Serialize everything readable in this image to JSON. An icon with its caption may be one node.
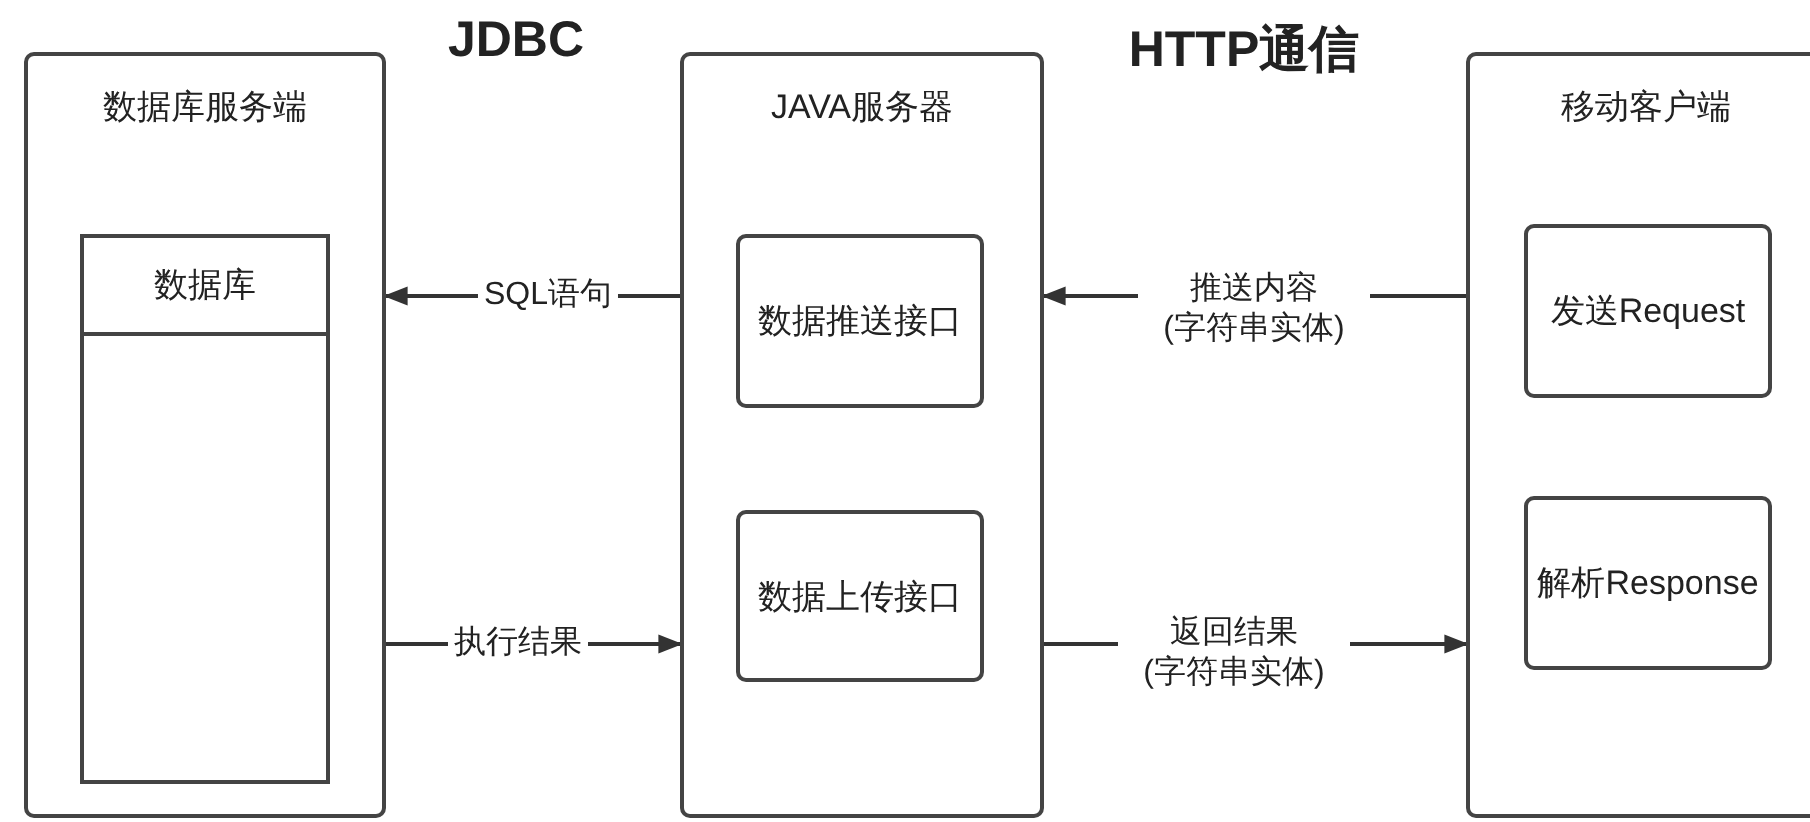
{
  "diagram": {
    "nodes": [
      {
        "text": [
          "数据库服务端"
        ]
      },
      {
        "text": [
          "数据库"
        ],
        "in": 0
      },
      {
        "text": [
          "JAVA服务器"
        ]
      },
      {
        "text": [
          "数据推送接口"
        ],
        "in": 2
      },
      {
        "text": [
          "数据上传接口"
        ],
        "in": 2
      },
      {
        "text": [
          "移动客户端"
        ]
      },
      {
        "text": [
          "发送Request"
        ],
        "in": 5
      },
      {
        "text": [
          "解析Response"
        ],
        "in": 5
      }
    ],
    "edges": [
      {
        "from": 2,
        "to": 0,
        "arrow": "to",
        "label": "SQL语句"
      },
      {
        "from": 0,
        "to": 2,
        "arrow": "to",
        "label": "执行结果"
      },
      {
        "from": 5,
        "to": 2,
        "arrow": "to",
        "label": "推送内容 (字符串实体)"
      },
      {
        "from": 2,
        "to": 5,
        "arrow": "to",
        "label": "返回结果 (字符串实体)"
      }
    ],
    "labels": [
      "JDBC",
      "HTTP通信"
    ]
  }
}
